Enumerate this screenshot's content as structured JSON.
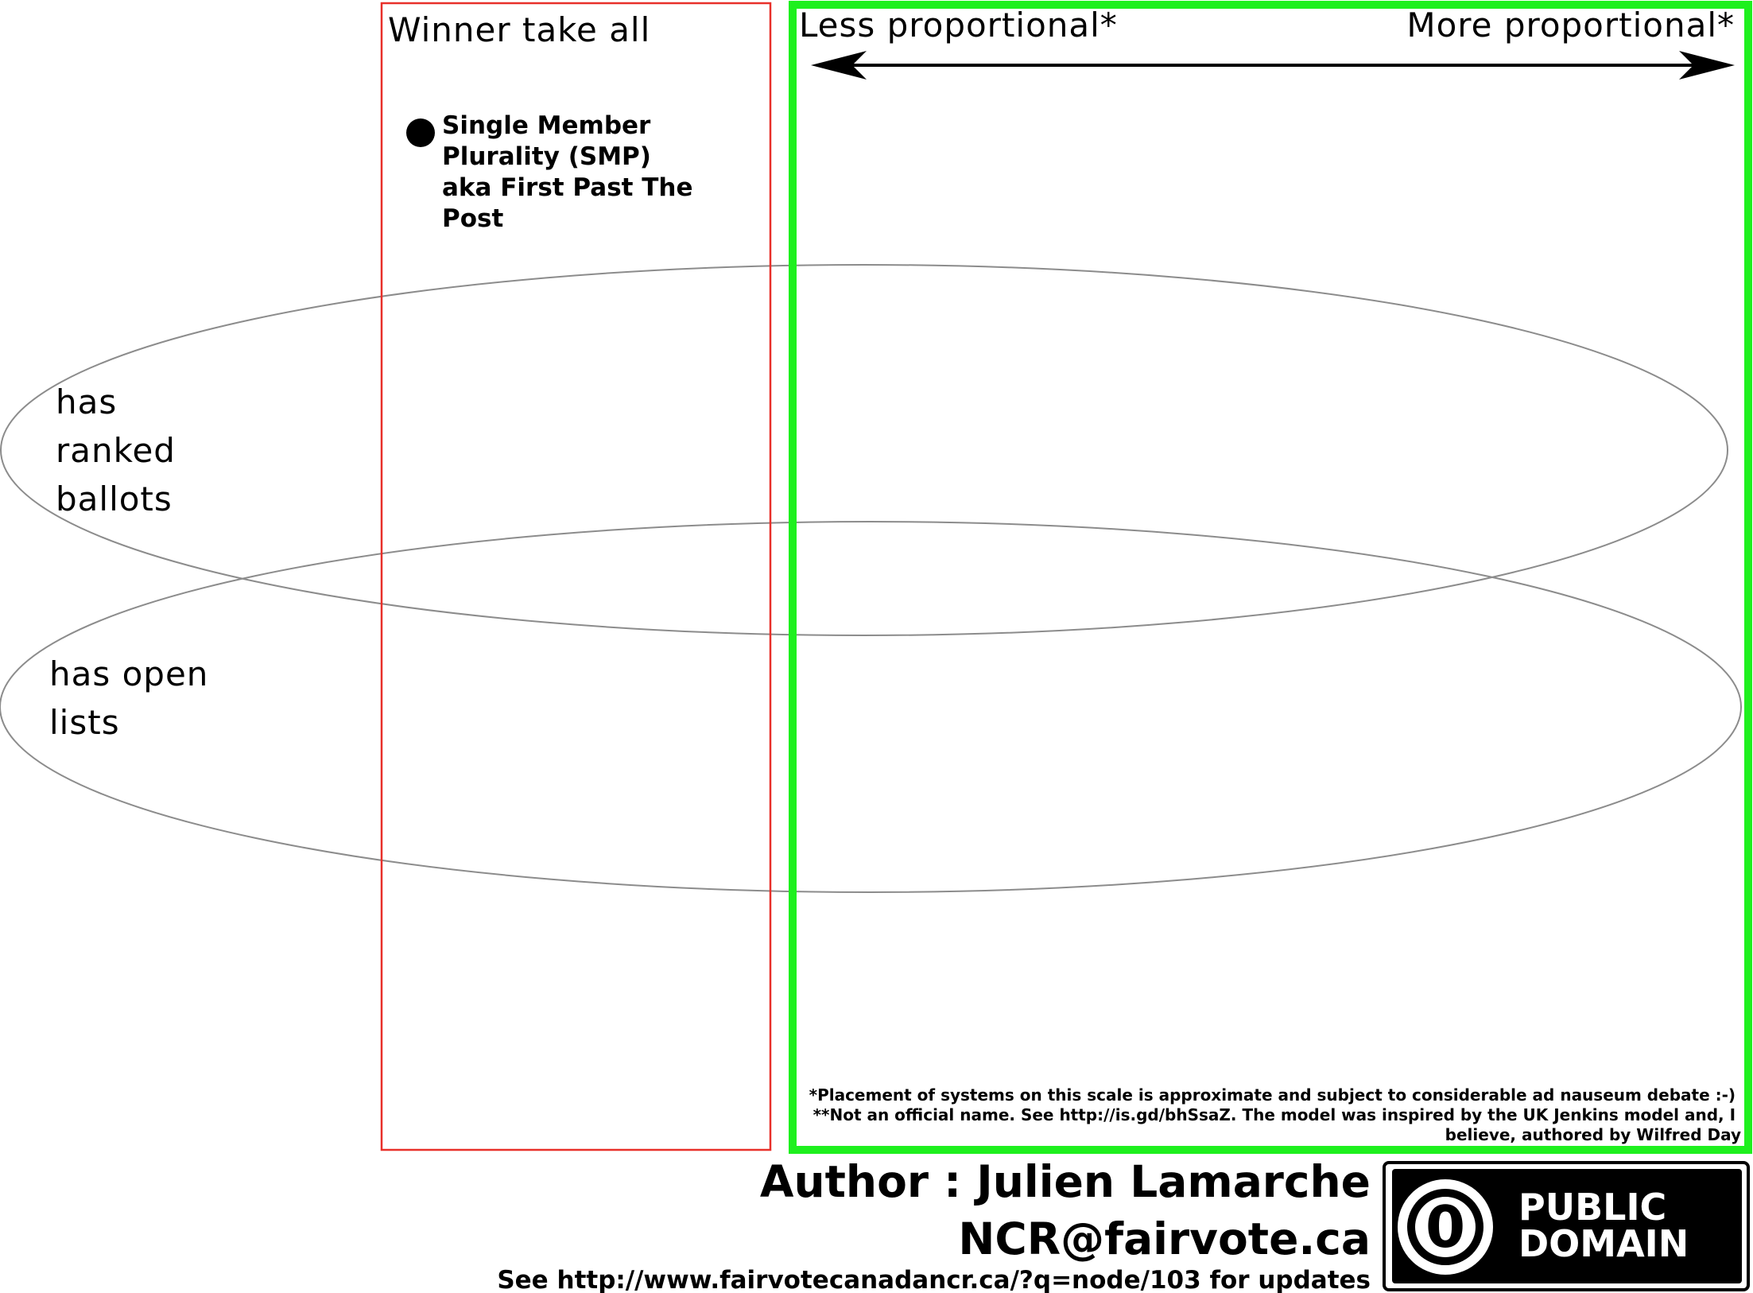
{
  "wta_box": {
    "title": "Winner take all",
    "border_color": "#e8302a"
  },
  "smp": {
    "lines": [
      "Single Member",
      "Plurality (SMP)",
      "aka First Past The",
      "Post"
    ]
  },
  "proportional_box": {
    "left_label": "Less proportional*",
    "right_label": "More proportional*",
    "border_color": "#1ef01e"
  },
  "ellipse_ranked": {
    "lines": [
      "has",
      "ranked",
      "ballots"
    ],
    "stroke_color": "#8c8c8c"
  },
  "ellipse_open": {
    "lines": [
      "has open",
      "lists"
    ],
    "stroke_color": "#8c8c8c"
  },
  "footnotes": [
    "*Placement of systems on this scale is approximate and subject to considerable ad nauseum debate :-)",
    "**Not an official name.  See http://is.gd/bhSsaZ.  The model was inspired by the UK Jenkins model and, I",
    "believe, authored by Wilfred Day"
  ],
  "author": {
    "line1": "Author : Julien Lamarche",
    "line2": "NCR@fairvote.ca",
    "line3": "See http://www.fairvotecanadancr.ca/?q=node/103  for updates"
  },
  "badge": {
    "symbol": "0",
    "line1": "PUBLIC",
    "line2": "DOMAIN"
  }
}
